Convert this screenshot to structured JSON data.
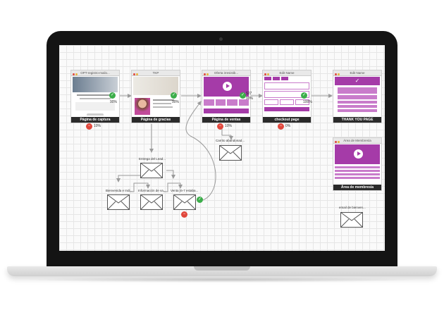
{
  "funnel_pages": [
    {
      "title": "OPT-registro-mailo...",
      "label": "Página de captura",
      "conversion": "10%"
    },
    {
      "title": "TKP",
      "label": "Página de gracias",
      "conversion": "90%"
    },
    {
      "title": "Oferta irresistib...",
      "label": "Página de ventas",
      "conversion": "10%",
      "rate": "90%",
      "price": "$27"
    },
    {
      "title": "Edit Name",
      "label": "checkout page",
      "conversion": "0%",
      "rate": "100%"
    },
    {
      "title": "Edit Name",
      "label": "THANK YOU PAGE"
    },
    {
      "title": "Área de Membresía",
      "label": "Área de membresía"
    }
  ],
  "edge_rates": {
    "capture_to_thanks": "90%",
    "thanks_to_sales": "90%"
  },
  "emails": [
    {
      "label": "Carrito abandonad..."
    },
    {
      "label": "Entrega del Lead..."
    },
    {
      "label": "Bienvenida e Indi..."
    },
    {
      "label": "Información de va..."
    },
    {
      "label": "Venta (6-7 estaba..."
    },
    {
      "label": "email de bienven..."
    }
  ],
  "colors": {
    "accent": "#a53ba8",
    "accent_light": "#c97ccb",
    "green": "#3cae4a",
    "red": "#e0473c",
    "label_bg": "#2b2b2b"
  },
  "icons": {
    "positive": "check-icon",
    "negative": "minus-icon",
    "email": "envelope-icon",
    "video": "play-icon"
  }
}
